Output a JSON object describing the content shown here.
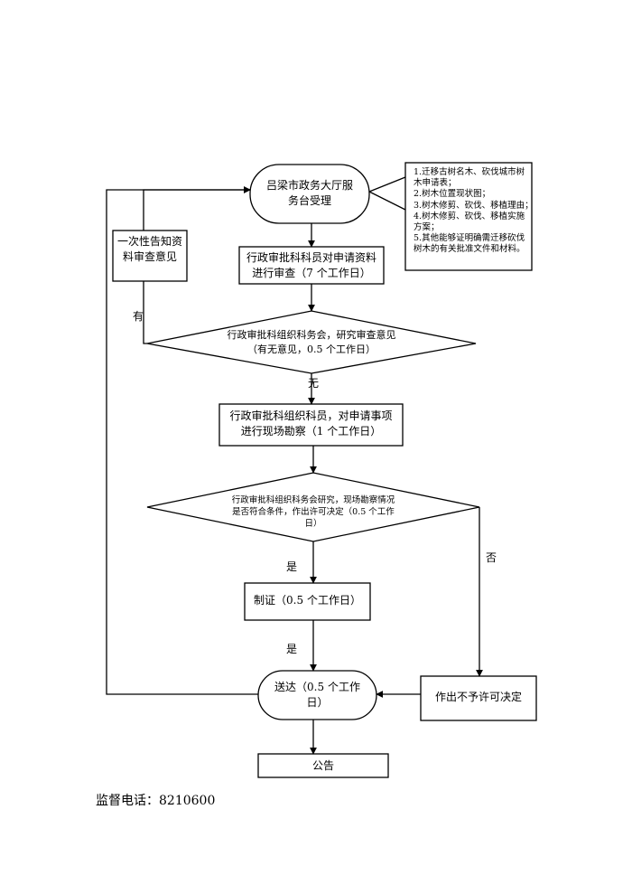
{
  "flow": {
    "start": "吕梁市政务大厅服务台受理",
    "review": "行政审批科科员对申请资料进行审查（7 个工作日）",
    "decision1": "行政审批科组织科务会，研究审查意见（有无意见，0.5 个工作日）",
    "site": "行政审批科组织科员，对申请事项进行现场勘察（1 个工作日）",
    "decision2": "行政审批科组织科务会研究，现场勘察情况是否符合条件，作出许可决定（0.5 个工作日）",
    "certify": "制证（0.5 个工作日）",
    "deliver": "送达（0.5 个工作日）",
    "announce": "公告",
    "reject": "作出不予许可决定",
    "notify": "一次性告知资料审查意见"
  },
  "labels": {
    "has": "有",
    "none": "无",
    "yes1": "是",
    "yes2": "是",
    "no": "否"
  },
  "note": {
    "items": [
      "1.迁移古树名木、砍伐城市树",
      "木申请表；",
      "2.树木位置现状图；",
      "3.树木修剪、砍伐、移植理由；",
      "4.树木修剪、砍伐、移植实施",
      "方案；",
      "5.其他能够证明确需迁移砍伐",
      "树木的有关批准文件和材料。"
    ]
  },
  "footer": {
    "phone": "监督电话：8210600"
  }
}
